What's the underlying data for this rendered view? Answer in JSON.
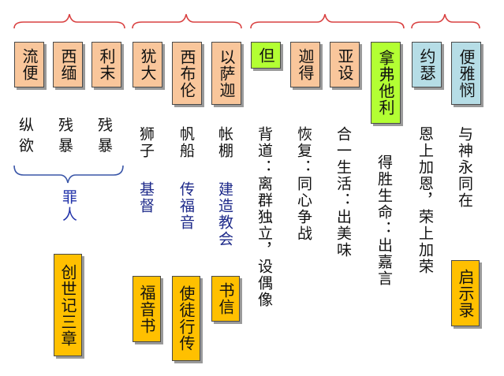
{
  "groups": [
    {
      "boxes": [
        "流便",
        "西缅",
        "利末"
      ],
      "descriptions": [
        "纵欲",
        "残暴",
        "残暴"
      ]
    },
    {
      "boxes": [
        "犹大",
        "西布伦",
        "以萨迦"
      ],
      "descriptions": [
        "狮子",
        "帆船",
        "帐棚"
      ],
      "subtitles": [
        "基督",
        "传福音",
        "建造教会"
      ],
      "books": [
        "福音书",
        "使徒行传",
        "书信"
      ]
    },
    {
      "boxes": [
        "但",
        "迦得",
        "亚设",
        "拿弗他利"
      ],
      "descriptions": [
        "背道：离群独立，设偶像",
        "恢复：同心争战",
        "合一生活：出美味",
        "得胜生命：出嘉言"
      ]
    },
    {
      "boxes": [
        "约瑟",
        "便雅悯"
      ],
      "descriptions": [
        "恩上加恩，荣上加荣",
        "与神永同在"
      ],
      "books": [
        "启示录"
      ]
    }
  ],
  "sinners": {
    "label": "罪人",
    "book": "创世记三章"
  },
  "colors": {
    "peach": "#f9c69b",
    "green": "#b3ff33",
    "blue": "#b6dde6",
    "orange": "#ffc000",
    "bracket": "#d94040"
  }
}
